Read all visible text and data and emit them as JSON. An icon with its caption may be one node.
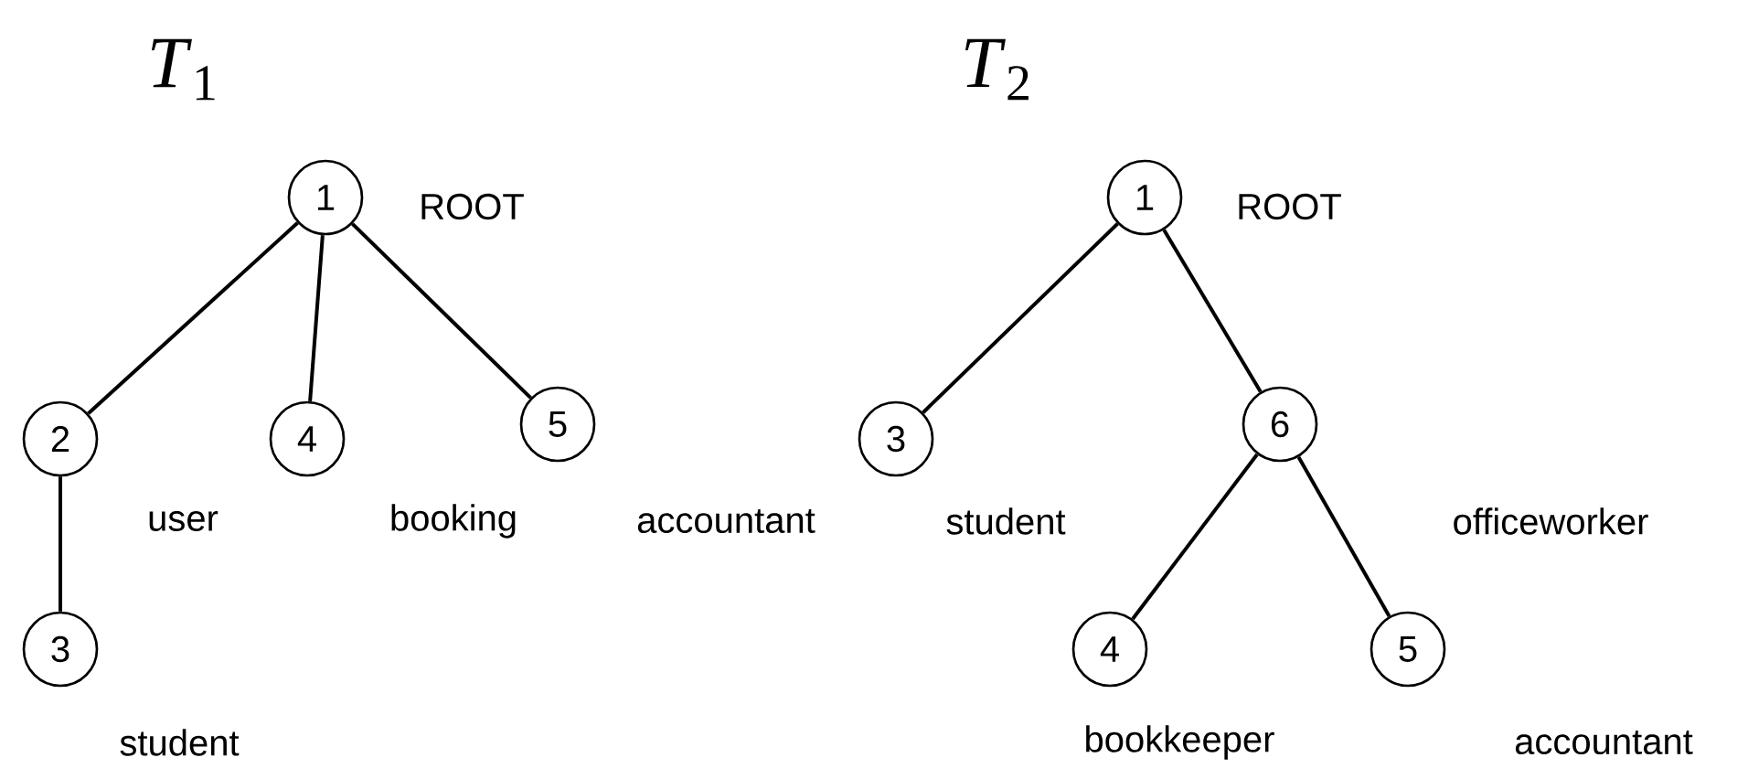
{
  "diagram": {
    "nodes": [
      {
        "text": [
          "1"
        ],
        "beside": [
          "ROOT"
        ]
      },
      {
        "text": [
          "2"
        ],
        "beside": [
          "user"
        ]
      },
      {
        "text": [
          "4"
        ],
        "beside": [
          "booking"
        ]
      },
      {
        "text": [
          "5"
        ],
        "beside": [
          "accountant"
        ]
      },
      {
        "text": [
          "3"
        ],
        "beside": [
          "student"
        ]
      },
      {
        "text": [
          "1"
        ],
        "beside": [
          "ROOT"
        ]
      },
      {
        "text": [
          "3"
        ],
        "beside": [
          "student"
        ]
      },
      {
        "text": [
          "6"
        ]
      },
      {
        "text": [
          "4"
        ],
        "beside": [
          "bookkeeper"
        ]
      },
      {
        "text": [
          "5"
        ],
        "beside": [
          "accountant"
        ]
      }
    ],
    "edges": [
      {
        "from": 0,
        "to": 1,
        "arrow": "none"
      },
      {
        "from": 0,
        "to": 2,
        "arrow": "none"
      },
      {
        "from": 0,
        "to": 3,
        "arrow": "none"
      },
      {
        "from": 1,
        "to": 4,
        "arrow": "none"
      },
      {
        "from": 5,
        "to": 6,
        "arrow": "none"
      },
      {
        "from": 5,
        "to": 7,
        "arrow": "none"
      },
      {
        "from": 7,
        "to": 8,
        "arrow": "none"
      },
      {
        "from": 7,
        "to": 9,
        "arrow": "none"
      }
    ],
    "labels": [
      "*T*$_{1}$",
      "*T*$_{2}$",
      "officeworker"
    ]
  }
}
